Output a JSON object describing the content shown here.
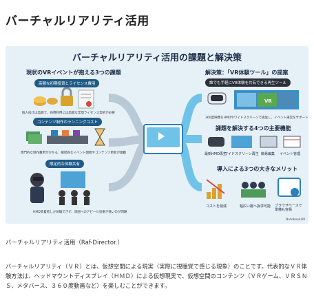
{
  "page": {
    "title": "バーチャルリアリティ活用",
    "source_caption": "バーチャルリアリティ活用（Raf-Director.）",
    "body_text": "バーチャルリアリティ（ＶＲ）とは、仮想空間による現実（実際に視聴覚で感じる現象）のことです。代表的なＶＲ体験方法は、ヘッドマウントディスプレイ（ＨＭＤ）による仮想現実で、仮想空間のコンテンツ（ＶＲゲーム、ＶＲＳＮＳ、メタバース、３６０度動画など）を楽しむことができます。"
  },
  "infographic": {
    "title": "バーチャルリアリティ活用の課題と解決策",
    "left_heading": "現状のVRイベントが抱える3つの課題",
    "issue1_label": "高額な初期投資とライセンス費用",
    "issue1_caption": "個人向けは高額で、商用利用には高額な年間ライセンス契約が必要",
    "issue2_label": "コンテンツ制作のランニングコスト",
    "issue2_caption": "専門的な制作費用がかかる、継続的なイベント開催やコンテンツ更新が困難",
    "issue3_label": "限定的な体験共有",
    "issue3_caption": "HMD装着者しか体験できず、周囲へのアピール効果が低いのが問題",
    "right_heading": "解決策：「VR体験ツール」の提案",
    "solution_pill": "誰でも手軽にVR体験を共有できる再生ツール",
    "solution_caption": "360度映像をHMDやワイドスクリーンで再生し、イベント運営をサポート",
    "features_heading": "課題を解決する4つの主要機能",
    "features": [
      "最新HMD再生",
      "ワイドスクリーン再生",
      "簡易編集",
      "イベント管理"
    ],
    "merits_heading": "導入による3つの大きなメリット",
    "merits": [
      "コストを削減",
      "幅広い層へ訴求可能",
      "ブラウザベースで準備も容易"
    ],
    "screen_sign": "VR",
    "watermark": "NotebookLM"
  }
}
